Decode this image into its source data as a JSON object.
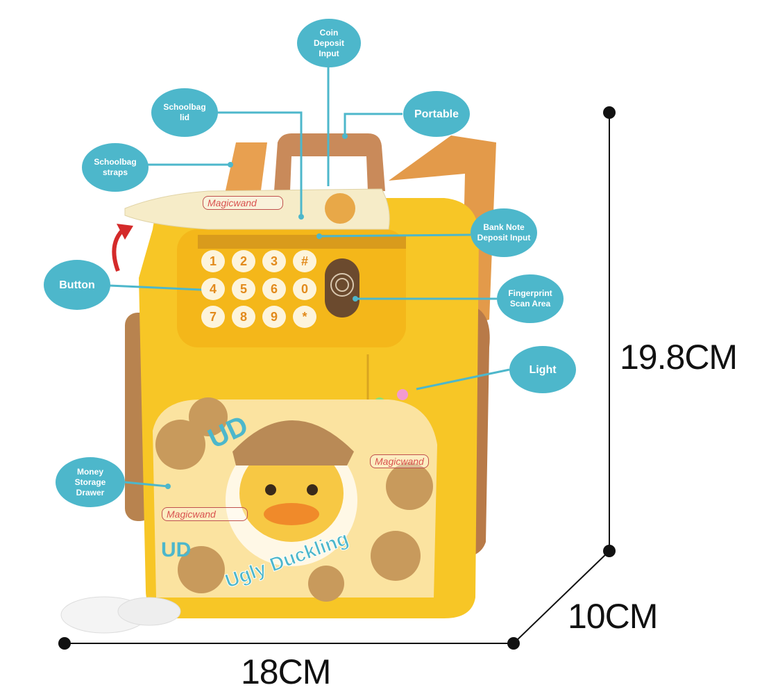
{
  "callouts": {
    "coin": "Coin\nDeposit\nInput",
    "lid": "Schoolbag\nlid",
    "portable": "Portable",
    "straps": "Schoolbag\nstraps",
    "banknote": "Bank Note\nDeposit Input",
    "button": "Button",
    "fingerprint": "Fingerprint\nScan Area",
    "light": "Light",
    "drawer": "Money\nStorage\nDrawer"
  },
  "dimensions": {
    "height": "19.8CM",
    "depth": "10CM",
    "width": "18CM"
  },
  "keypad": [
    "1",
    "2",
    "3",
    "#",
    "4",
    "5",
    "6",
    "0",
    "7",
    "8",
    "9",
    "*"
  ],
  "product_text": {
    "logo": "UD",
    "brand": "Ugly Duckling",
    "logo2": "UD"
  },
  "watermark": "Magicwand",
  "colors": {
    "callout": "#4db7cb",
    "body": "#f7c626",
    "trim": "#c98a4e"
  }
}
